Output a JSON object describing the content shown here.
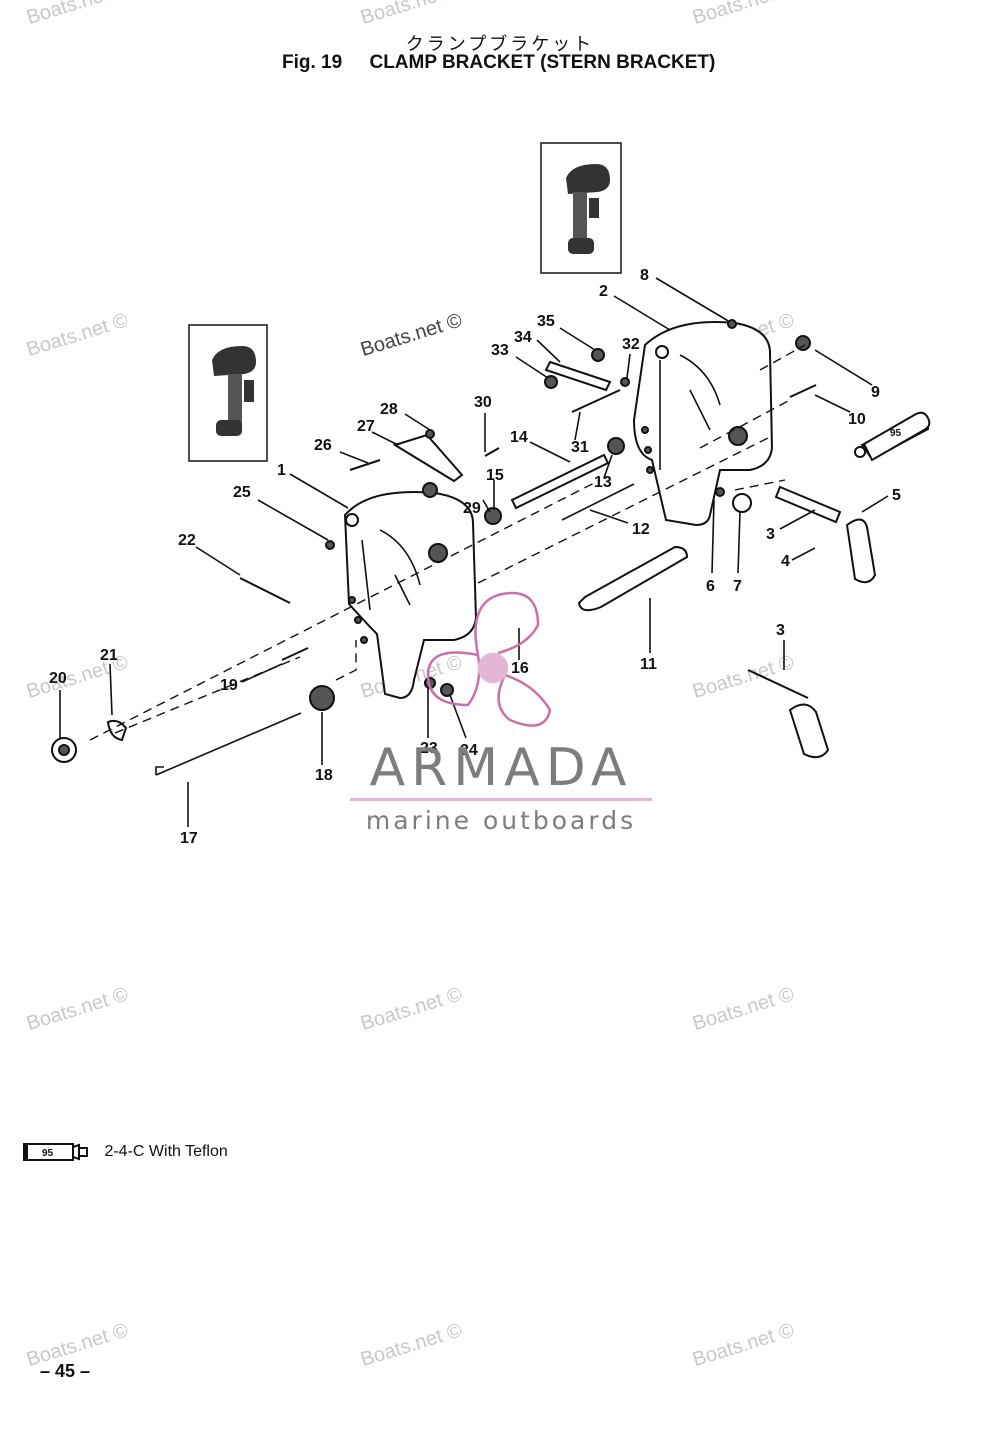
{
  "header": {
    "title_japanese": "クランプブラケット",
    "figure_label": "Fig. 19",
    "figure_title": "CLAMP BRACKET (STERN BRACKET)"
  },
  "watermark_text": "Boats.net ©",
  "callouts": [
    "1",
    "2",
    "3",
    "3",
    "4",
    "5",
    "6",
    "7",
    "8",
    "9",
    "10",
    "11",
    "12",
    "13",
    "14",
    "15",
    "16",
    "17",
    "18",
    "19",
    "20",
    "21",
    "22",
    "23",
    "24",
    "25",
    "26",
    "27",
    "28",
    "29",
    "30",
    "31",
    "32",
    "33",
    "34",
    "35"
  ],
  "tube_label": "95",
  "brand": {
    "name": "ARMADA",
    "tagline": "marine outboards",
    "accent_color": "#e3b6d4"
  },
  "legend": {
    "tube_label": "95",
    "text": "2-4-C  With Teflon"
  },
  "page_number": "– 45 –"
}
